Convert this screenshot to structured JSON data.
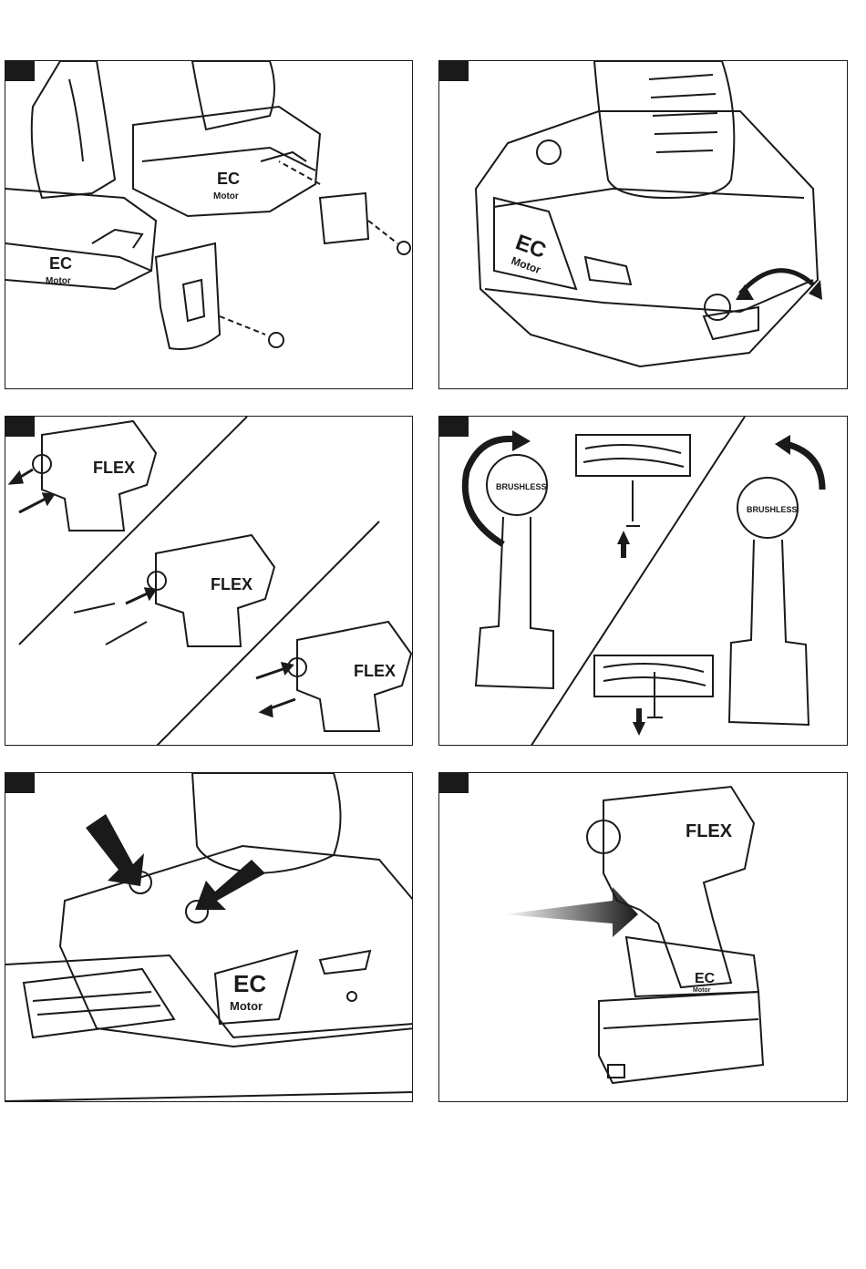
{
  "panels": [
    {
      "id": "mounting-hooks",
      "labels": {
        "ec": "EC",
        "motor": "Motor"
      }
    },
    {
      "id": "direction-selector",
      "labels": {
        "ec": "EC",
        "motor": "Motor"
      }
    },
    {
      "id": "bit-insertion",
      "labels": {
        "brand": "FLEX"
      }
    },
    {
      "id": "rotation-direction",
      "labels": {
        "left_tool": "BRUSHLESS",
        "right_tool": "BRUSHLESS"
      }
    },
    {
      "id": "mode-buttons",
      "labels": {
        "ec": "EC",
        "motor": "Motor"
      }
    },
    {
      "id": "trigger-usage",
      "labels": {
        "brand": "FLEX",
        "ec": "EC",
        "motor": "Motor"
      }
    }
  ]
}
